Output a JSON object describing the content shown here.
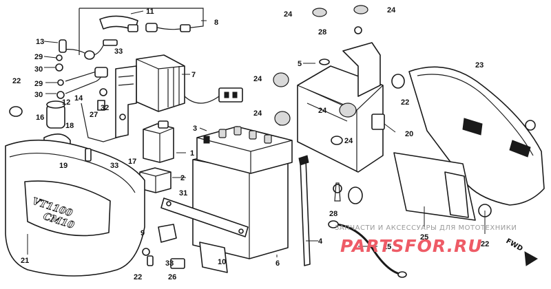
{
  "callouts": {
    "c1": "1",
    "c2": "2",
    "c3": "3",
    "c4": "4",
    "c5": "5",
    "c6": "6",
    "c7": "7",
    "c8": "8",
    "c9": "9",
    "c10": "10",
    "c11": "11",
    "c13": "13",
    "c14": "14",
    "c15": "15",
    "c16": "16",
    "c17": "17",
    "c18": "18",
    "c19": "19",
    "c20": "20",
    "c21": "21",
    "c22a": "22",
    "c22b": "22",
    "c22c": "22",
    "c22d": "22",
    "c23": "23",
    "c24a": "24",
    "c24b": "24",
    "c24c": "24",
    "c24d": "24",
    "c24e": "24",
    "c24f": "24",
    "c25": "25",
    "c26": "26",
    "c27": "27",
    "c28a": "28",
    "c28b": "28",
    "c29a": "29",
    "c29b": "29",
    "c30a": "30",
    "c30b": "30",
    "c31": "31",
    "c32": "32",
    "c33a": "33",
    "c33b": "33",
    "c33c": "33"
  },
  "watermark": {
    "caption": "ЗАПЧАСТИ И АКСЕССУАРЫ ДЛЯ МОТОТЕХНИКИ",
    "brand": "PARTSFOR.RU"
  },
  "direction_label": "FWD",
  "emblem": {
    "line1": "VT1100",
    "line2": "CM10"
  }
}
